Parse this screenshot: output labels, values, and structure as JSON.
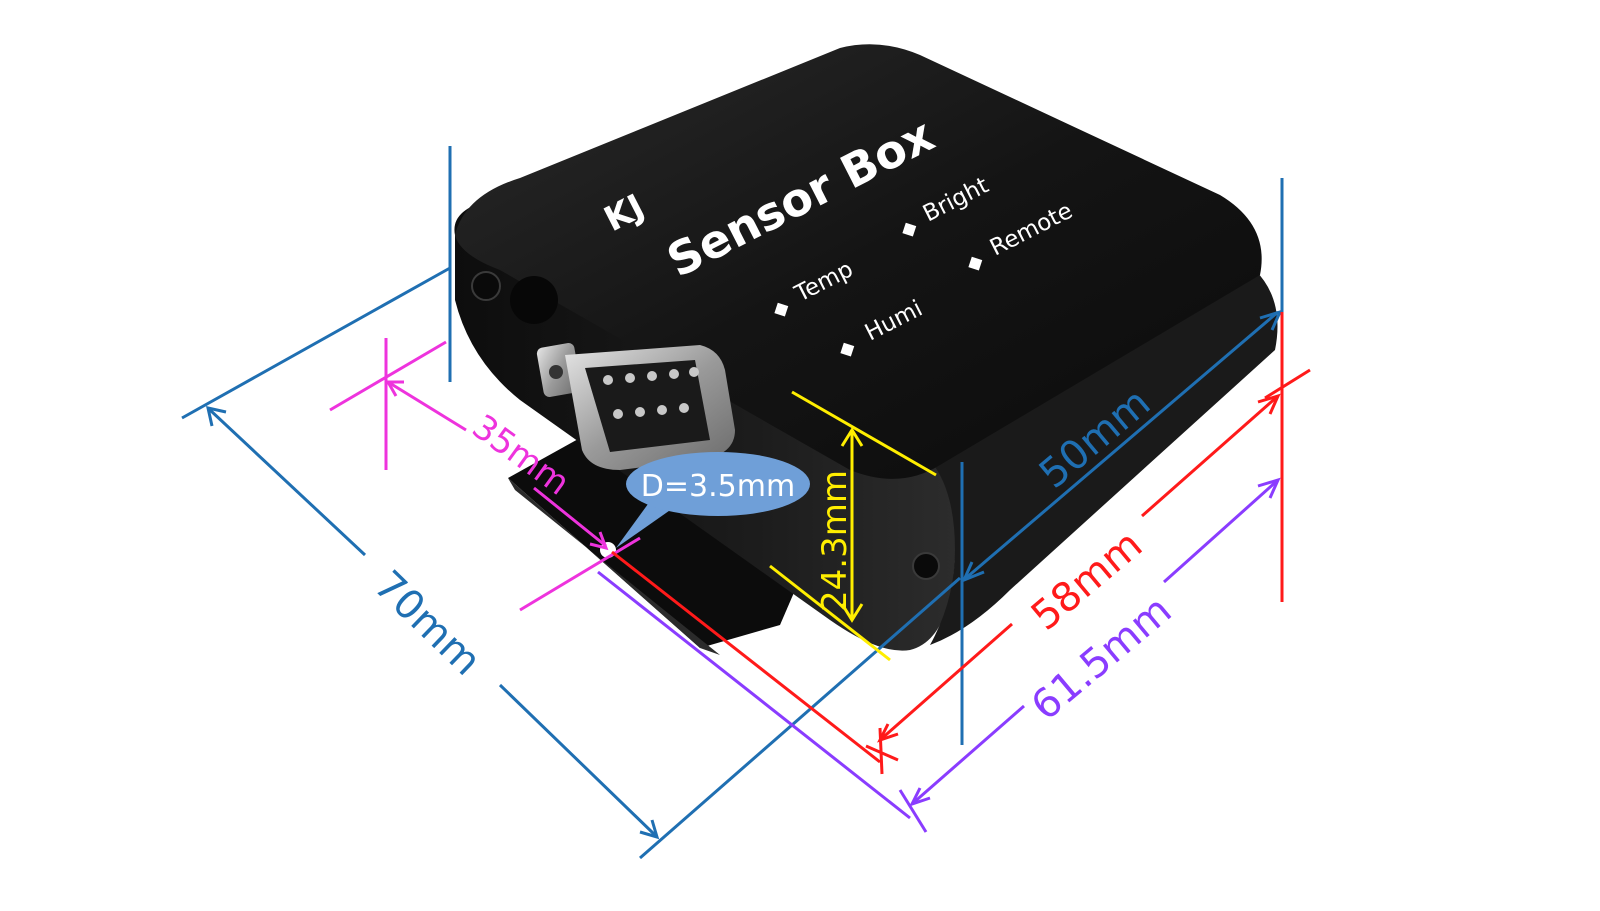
{
  "product": {
    "logo_text": "KJ",
    "name": "Sensor Box",
    "indicators": [
      "Temp",
      "Bright",
      "Humi",
      "Remote"
    ]
  },
  "dimensions": {
    "length_total": "70mm",
    "width_body": "50mm",
    "length_body": "58mm",
    "length_flange": "61.5mm",
    "hole_offset": "35mm",
    "height": "24.3mm",
    "hole_diameter": "D=3.5mm"
  },
  "colors": {
    "blue": "#1f6fb2",
    "magenta": "#ee33dd",
    "yellow": "#ffee00",
    "red": "#ff1a1a",
    "purple": "#8a3cff",
    "callout": "#6f9fd8",
    "device": "#141414"
  }
}
